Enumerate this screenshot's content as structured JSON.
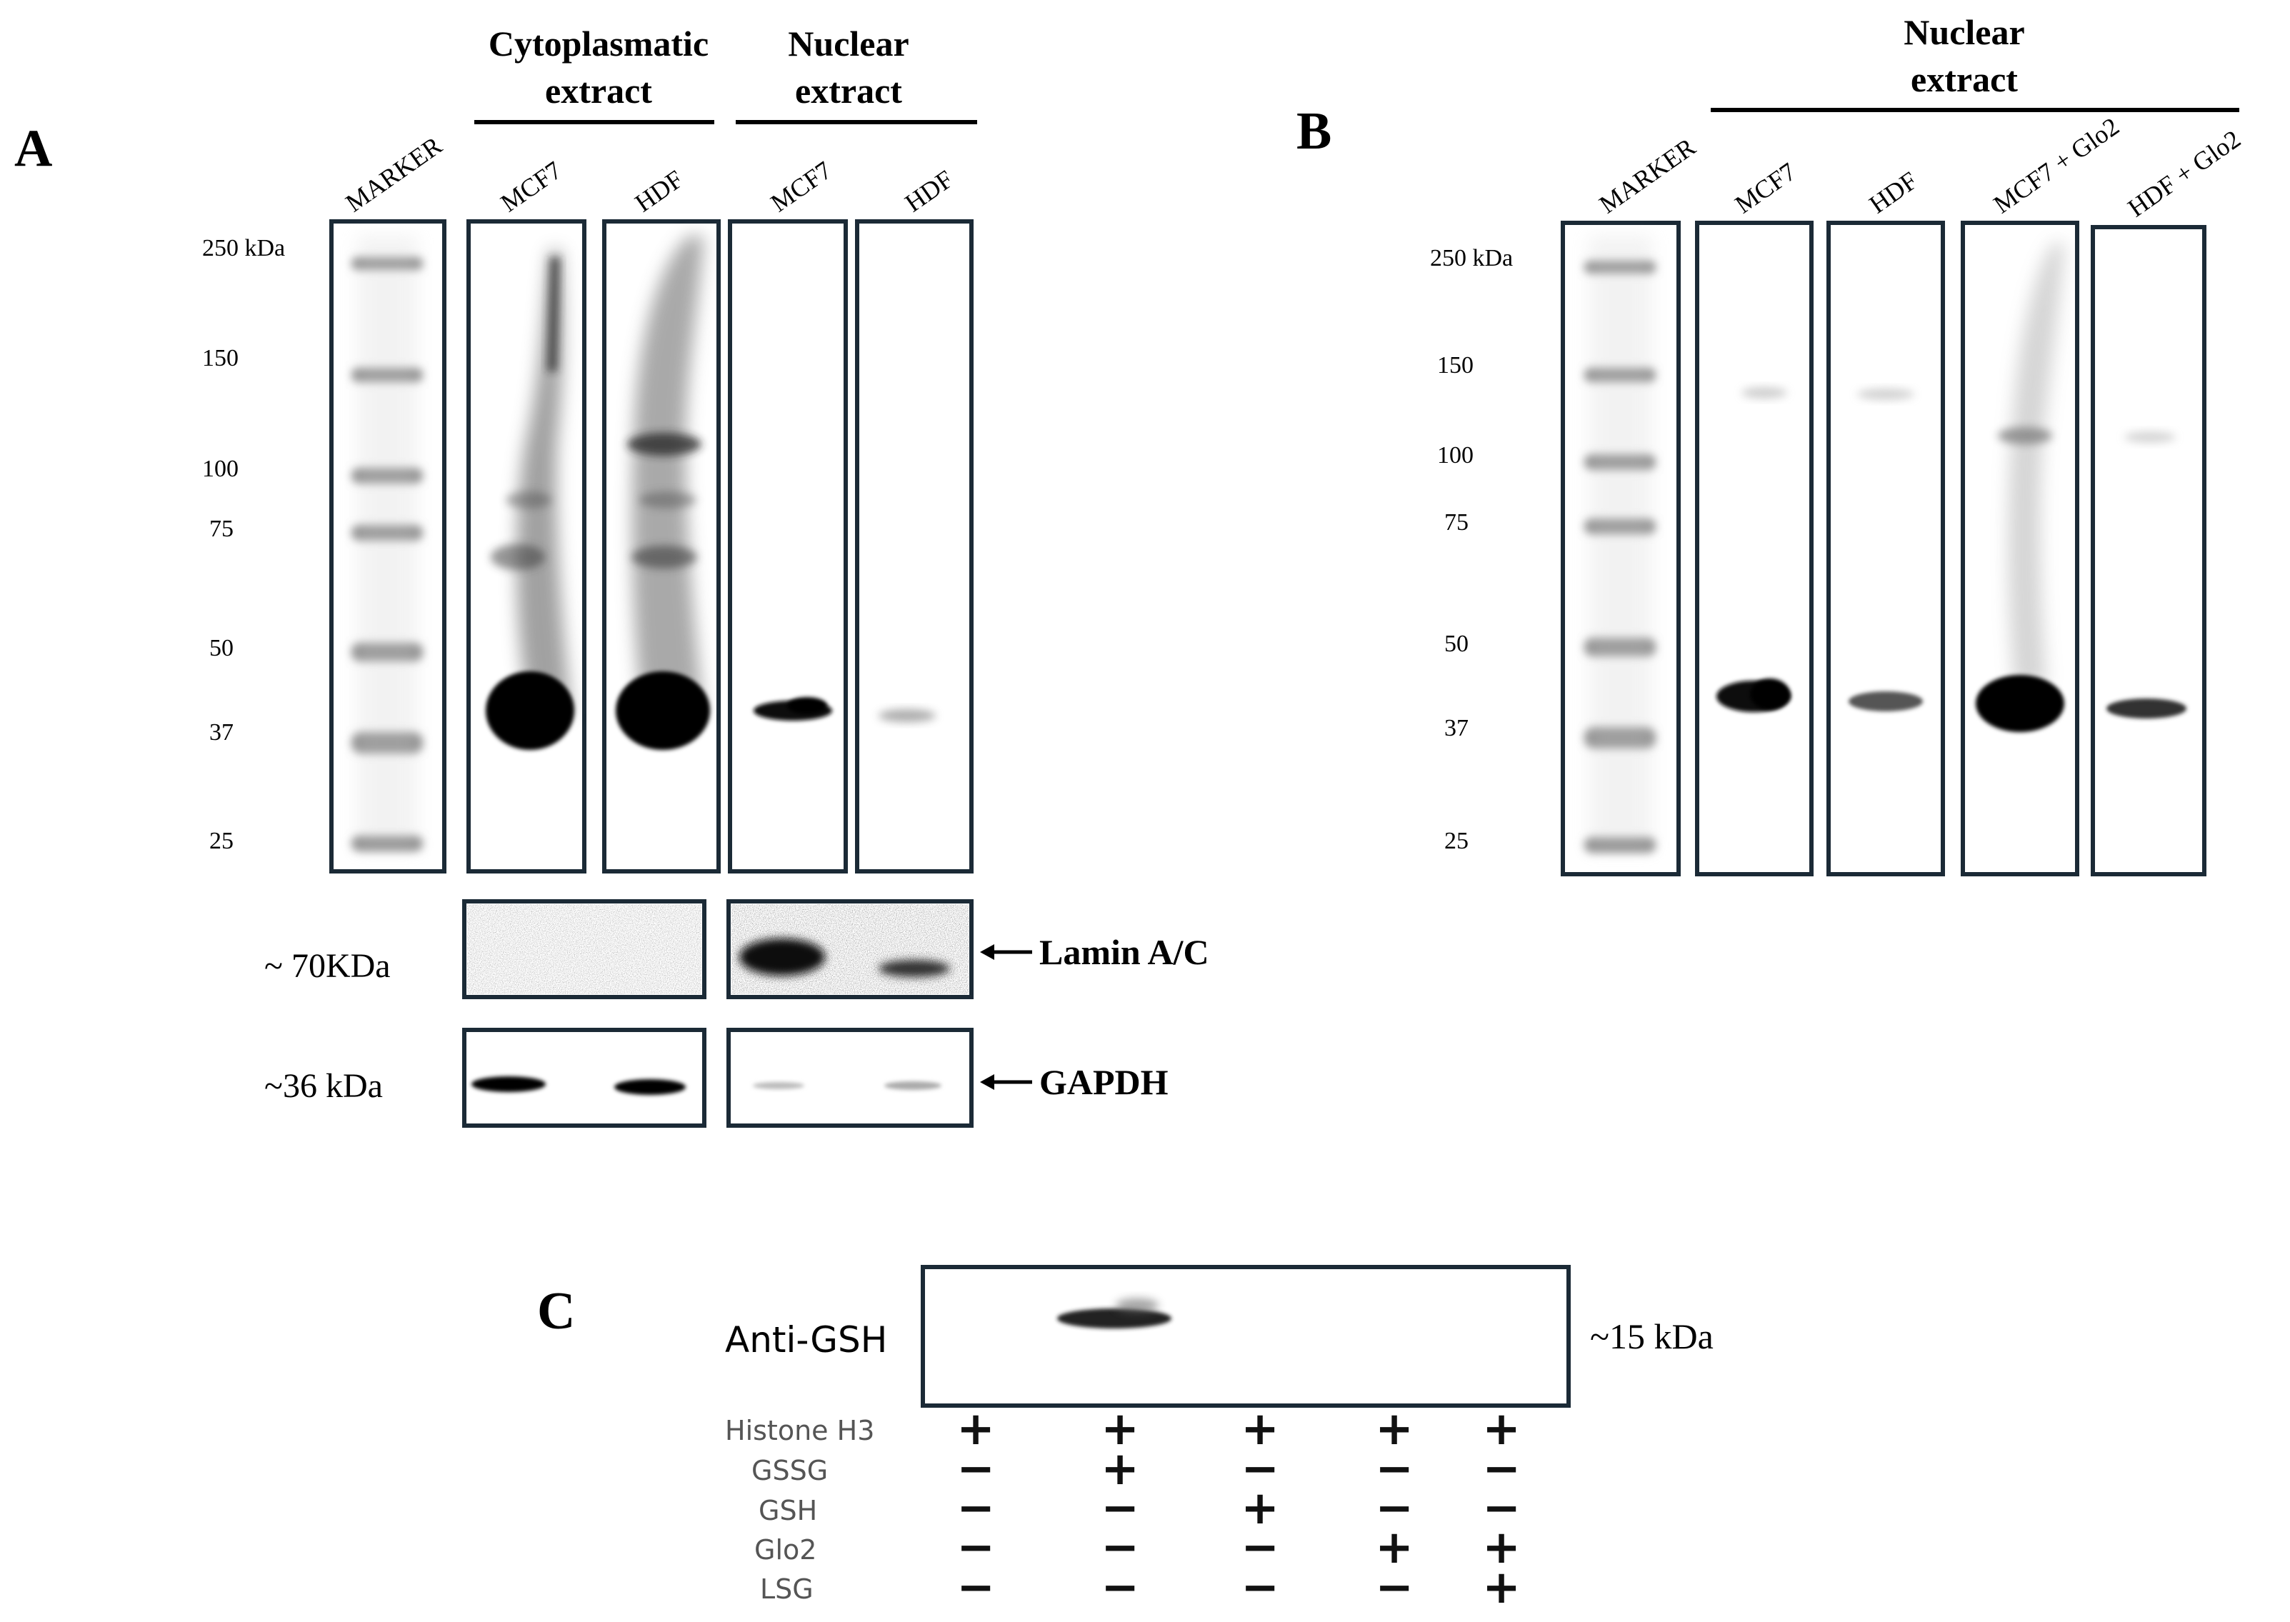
{
  "panel_a": {
    "letter": "A",
    "group_cyto": [
      "Cytoplasmatic",
      "extract"
    ],
    "group_nuc": [
      "Nuclear",
      "extract"
    ],
    "lanes": [
      "MARKER",
      "MCF7",
      "HDF",
      "MCF7",
      "HDF"
    ],
    "mw_ladder": [
      "250 kDa",
      "150",
      "100",
      "75",
      "50",
      "37",
      "25"
    ],
    "lamin_size": "~ 70KDa",
    "lamin_label": "Lamin A/C",
    "gapdh_size": "~36 kDa",
    "gapdh_label": "GAPDH"
  },
  "panel_b": {
    "letter": "B",
    "group_nuc": [
      "Nuclear",
      "extract"
    ],
    "lanes": [
      "MARKER",
      "MCF7",
      "HDF",
      "MCF7 + Glo2",
      "HDF + Glo2"
    ],
    "mw_ladder": [
      "250 kDa",
      "150",
      "100",
      "75",
      "50",
      "37",
      "25"
    ]
  },
  "panel_c": {
    "letter": "C",
    "antibody": "Anti-GSH",
    "size": "~15 kDa",
    "rows": [
      {
        "label": "Histone H3",
        "signs": [
          "+",
          "+",
          "+",
          "+",
          "+"
        ]
      },
      {
        "label": "GSSG",
        "signs": [
          "−",
          "+",
          "−",
          "−",
          "−"
        ]
      },
      {
        "label": "GSH",
        "signs": [
          "−",
          "−",
          "+",
          "−",
          "−"
        ]
      },
      {
        "label": "Glo2",
        "signs": [
          "−",
          "−",
          "−",
          "+",
          "+"
        ]
      },
      {
        "label": "LSG",
        "signs": [
          "−",
          "−",
          "−",
          "−",
          "+"
        ]
      }
    ]
  },
  "colors": {
    "frame": "#1b2a36",
    "band": "#0a0a0a",
    "ladder": "#9a9a9a"
  }
}
